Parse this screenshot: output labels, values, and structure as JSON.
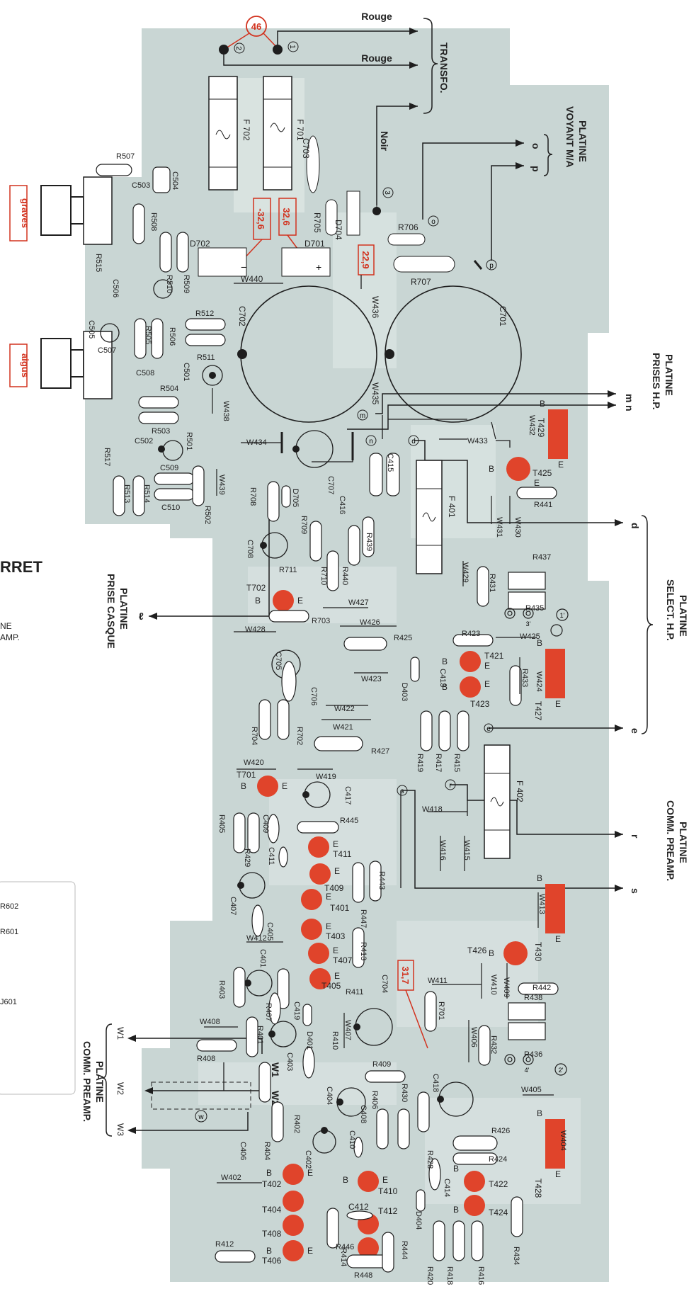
{
  "labels": {
    "rouge_1": "Rouge",
    "rouge_2": "Rouge",
    "transfo": "TRANSFO.",
    "noir": "Noir",
    "platine_voyant": "PLATINE",
    "voyant_ma": "VOYANT M/A",
    "platine_prises_hp": "PLATINE",
    "prises_hp": "PRISES H.P.",
    "platine_select_hp": "PLATINE",
    "select_hp": "SELECT. H.P.",
    "platine_comm_preamp_right": "PLATINE",
    "comm_preamp_right": "COMM. PREAMP.",
    "platine_prise_casque": "PLATINE",
    "prise_casque": "PRISE CASQUE",
    "platine_comm_preamp_left": "PLATINE",
    "comm_preamp_left": "COMM. PREAMP.",
    "graves": "graves",
    "aigus": "aigus",
    "rret": "RRET",
    "ne": "NE",
    "amp": "AMP.",
    "r602": "R602",
    "r601": "R601",
    "j601": "J601"
  },
  "voltages": {
    "v46": "46",
    "v_neg": "-32,6",
    "v_pos": "32,6",
    "v229": "22,9",
    "v317": "31,7"
  },
  "connectors": {
    "o": "o",
    "p": "p",
    "m": "m",
    "n": "n",
    "d": "d",
    "e": "e",
    "r": "r",
    "s": "s",
    "l": "ℓ",
    "w1": "W1",
    "w2": "W2",
    "w3": "W3"
  },
  "components": {
    "F702": "F 702",
    "F701": "F 701",
    "C703": "C703",
    "R705": "R705",
    "D704": "D704",
    "R706": "R706",
    "R707": "R707",
    "D702": "D702",
    "D701": "D701",
    "W440": "W440",
    "C702": "C702",
    "C701": "C701",
    "W436": "W436",
    "W435": "W435",
    "R507": "R507",
    "C503": "C503",
    "C504": "C504",
    "R508": "R508",
    "R510": "R510",
    "R509": "R509",
    "R515": "R515",
    "C506": "C506",
    "C505": "C505",
    "C507": "C507",
    "R505": "R505",
    "R506": "R506",
    "R512": "R512",
    "R511": "R511",
    "C501": "C501",
    "C508": "C508",
    "R504": "R504",
    "R503": "R503",
    "R501": "R501",
    "W438": "W438",
    "C502": "C502",
    "C509": "C509",
    "C510": "C510",
    "R502": "R502",
    "R517": "R517",
    "R513": "R513",
    "R514": "R514",
    "W439": "W439",
    "W434": "W434",
    "C707": "C707",
    "D705": "D705",
    "R708": "R708",
    "C416": "C416",
    "C415": "C415",
    "W433": "W433",
    "W432": "W432",
    "T429": "T429",
    "T425": "T425",
    "R441": "R441",
    "F401": "F 401",
    "W431": "W431",
    "W430": "W430",
    "R709": "R709",
    "R439": "R439",
    "C708": "C708",
    "R711": "R711",
    "R710": "R710",
    "R440": "R440",
    "R437": "R437",
    "W429": "W429",
    "R431": "R431",
    "T702": "T702",
    "R703": "R703",
    "W427": "W427",
    "R435": "R435",
    "W428": "W428",
    "W426": "W426",
    "R425": "R425",
    "R423": "R423",
    "W425": "W425",
    "T421": "T421",
    "R433": "R433",
    "W424": "W424",
    "T427": "T427",
    "C705": "C705",
    "W423": "W423",
    "D403": "D403",
    "C413": "C413",
    "T423": "T423",
    "C706": "C706",
    "R704": "R704",
    "R702": "R702",
    "W422": "W422",
    "W421": "W421",
    "R427": "R427",
    "R419": "R419",
    "R417": "R417",
    "R415": "R415",
    "W420": "W420",
    "T701": "T701",
    "W419": "W419",
    "C417": "C417",
    "F402": "F 402",
    "R445": "R445",
    "R405": "R405",
    "C409": "C409",
    "R429": "R429",
    "C411": "C411",
    "T411": "T411",
    "W418": "W418",
    "W416": "W416",
    "W415": "W415",
    "C407": "C407",
    "T409": "T409",
    "R443": "R443",
    "T401": "T401",
    "R447": "R447",
    "W413": "W413",
    "C405": "C405",
    "W412": "W412",
    "T403": "T403",
    "T407": "T407",
    "R413": "R413",
    "T426": "T426",
    "T430": "T430",
    "C401": "C401",
    "C704": "C704",
    "W411": "W411",
    "W410": "W410",
    "R442": "R442",
    "W409": "W409",
    "R403": "R403",
    "T405": "T405",
    "R411": "R411",
    "R438": "R438",
    "C419": "C419",
    "R407": "R407",
    "R701": "R701",
    "W408": "W408",
    "R401": "R401",
    "D401": "D401",
    "R410": "R410",
    "W407": "W407",
    "W406": "W406",
    "R432": "R432",
    "R436": "R436",
    "R408": "R408",
    "C403": "C403",
    "R409": "R409",
    "W405": "W405",
    "C404": "C404",
    "R406": "R406",
    "C408": "C408",
    "R430": "R430",
    "C418": "C418",
    "R402": "R402",
    "C410": "C410",
    "R426": "R426",
    "W404": "W404",
    "C406": "C406",
    "R404": "R404",
    "C402": "C402",
    "R428": "R428",
    "R424": "R424",
    "W402": "W402",
    "T402": "T402",
    "T410": "T410",
    "C414": "C414",
    "T422": "T422",
    "T428": "T428",
    "T404": "T404",
    "C412": "C412",
    "T412": "T412",
    "T424": "T424",
    "R434": "R434",
    "T408": "T408",
    "R412": "R412",
    "T406": "T406",
    "R414": "R414",
    "R446": "R446",
    "R444": "R444",
    "D404": "D404",
    "R448": "R448",
    "R420": "R420",
    "R418": "R418",
    "R416": "R416"
  },
  "transistor_pins": {
    "b": "B",
    "e": "E"
  },
  "pads": {
    "p1": "1",
    "p2": "2",
    "p3": "3",
    "p1p": "1'",
    "p2p": "2'",
    "p3p": "3'",
    "p4p": "4'"
  },
  "colors": {
    "board": "#c9d6d4",
    "trace": "#dfe8e6",
    "ink": "#1e1e1e",
    "accent_red": "#e0442b",
    "label_red": "#d2321e"
  }
}
